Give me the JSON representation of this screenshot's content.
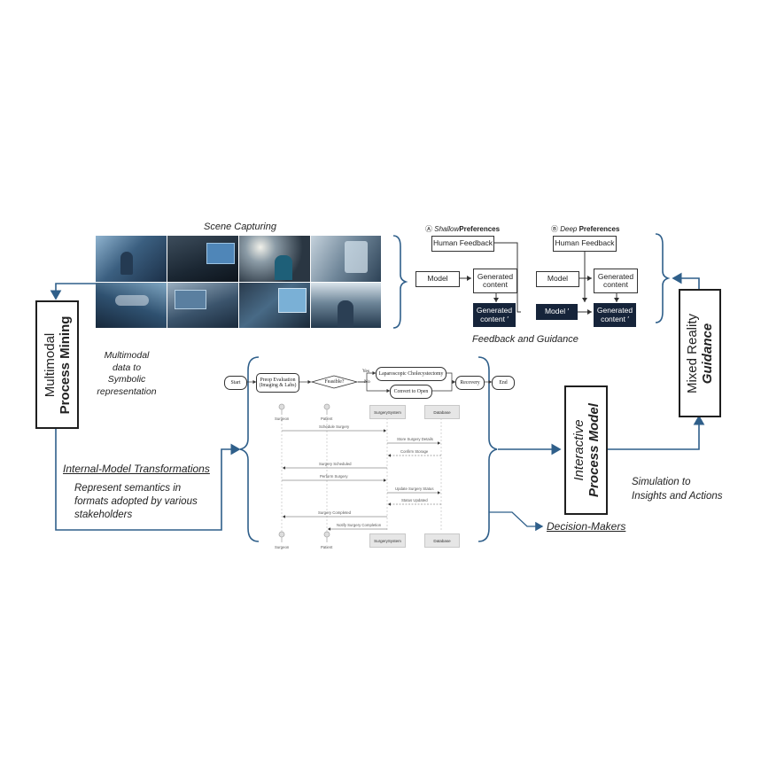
{
  "scene": {
    "title": "Scene Capturing"
  },
  "left": {
    "mpm_line1": "Multimodal",
    "mpm_line2": "Process Mining",
    "mm_caption": [
      "Multimodal",
      "data to",
      "Symbolic",
      "representation"
    ],
    "imt_title": "Internal-Model Transformations",
    "imt_desc": [
      "Represent semantics in",
      "formats adopted by various",
      "stakeholders"
    ]
  },
  "feedback": {
    "shallow_badge": "Ⓐ",
    "shallow_label": "Shallow",
    "deep_badge": "Ⓑ",
    "deep_label": "Deep",
    "preferences": "Preferences",
    "human_feedback": "Human Feedback",
    "model": "Model",
    "generated_content": "Generated content",
    "generated_content_prime": "Generated content ′",
    "model_prime": "Model ′",
    "caption": "Feedback and Guidance"
  },
  "flow": {
    "start": "Start",
    "preop": "Preop Evaluation (Imaging & Labs)",
    "feasible": "Feasible?",
    "yes": "Yes",
    "no": "No",
    "lap": "Laparoscopic Cholecystectomy",
    "convert": "Convert to Open",
    "recovery": "Recovery",
    "end": "End"
  },
  "sequence": {
    "actors": [
      "Surgeon",
      "Patient",
      "SurgerySystem",
      "Database"
    ],
    "messages": [
      "Schedule Surgery",
      "Store Surgery Details",
      "Confirm Storage",
      "Surgery Scheduled",
      "Perform Surgery",
      "Update Surgery Status",
      "Status Updated",
      "Surgery Completed",
      "Notify Surgery Completion"
    ]
  },
  "right": {
    "ipm_line1": "Interactive",
    "ipm_line2": "Process Model",
    "mrg_line1": "Mixed Reality",
    "mrg_line2": "Guidance",
    "sim_caption": [
      "Simulation to",
      "Insights and Actions"
    ],
    "decision_makers": "Decision-Makers"
  },
  "colors": {
    "arrow": "#2f5f8a",
    "dark_box": "#16243a",
    "bracket": "#2f5f8a"
  }
}
